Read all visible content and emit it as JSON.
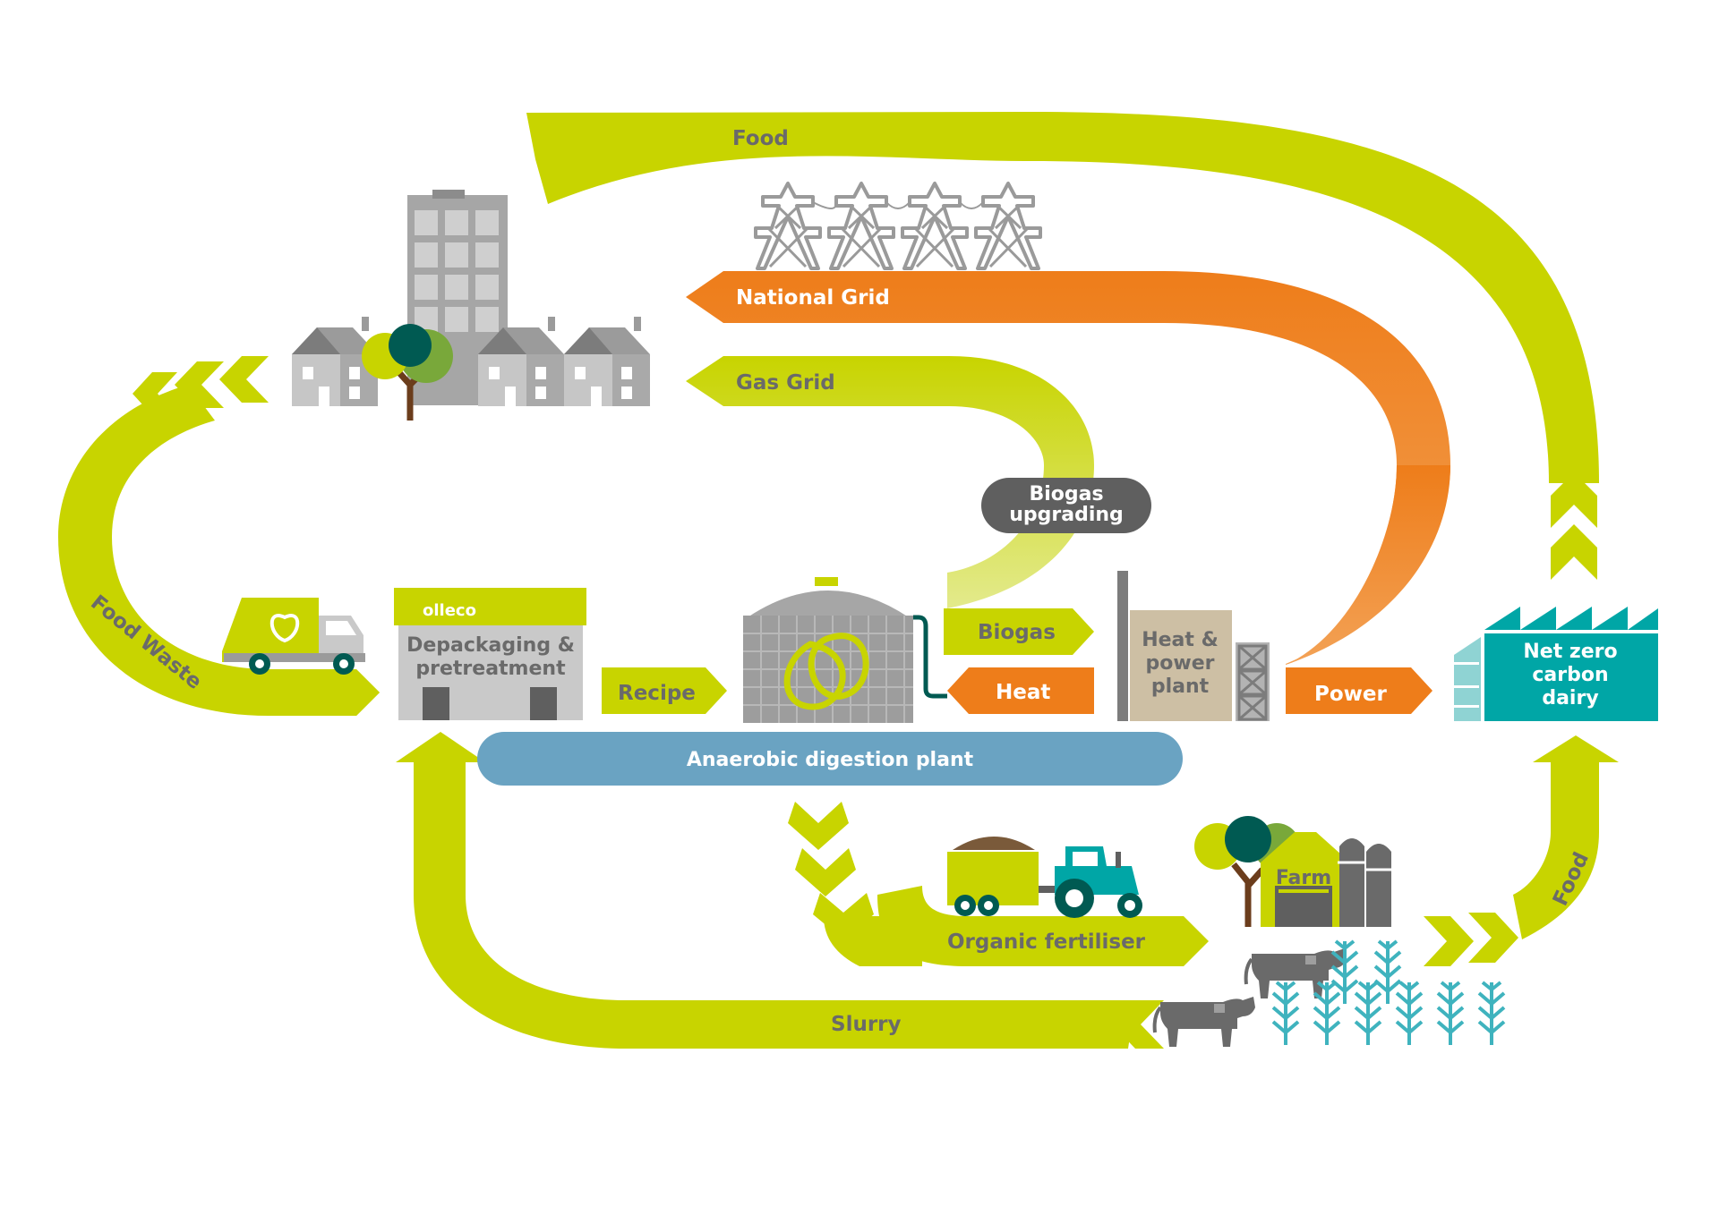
{
  "colors": {
    "lime": "#c8d400",
    "lime_dark": "#9fb000",
    "orange": "#ee7d1a",
    "orange_light": "#f2a458",
    "blue": "#6aa3c2",
    "teal": "#00a6a6",
    "teal_light": "#8fd3d3",
    "dark_grey": "#5f5f5f",
    "grey": "#a3a3a3",
    "light_grey": "#c9c9c9",
    "tan": "#cdbfa4",
    "tree_dark": "#005a52",
    "tree_green": "#79a83a",
    "brown": "#6b3d1c",
    "crop": "#3fb3be"
  },
  "flows": {
    "food_top": "Food",
    "national_grid": "National Grid",
    "gas_grid": "Gas Grid",
    "food_waste": "Food Waste",
    "recipe": "Recipe",
    "biogas": "Biogas",
    "heat": "Heat",
    "power": "Power",
    "organic_fertiliser": "Organic fertiliser",
    "slurry": "Slurry",
    "food_right": "Food"
  },
  "nodes": {
    "biogas_upgrading": [
      "Biogas",
      "upgrading"
    ],
    "depackaging": [
      "Depackaging &",
      "pretreatment"
    ],
    "brand": "olleco",
    "heat_power_plant": [
      "Heat &",
      "power",
      "plant"
    ],
    "net_zero_dairy": [
      "Net zero",
      "carbon",
      "dairy"
    ],
    "anaerobic_digestion_plant": "Anaerobic digestion plant",
    "farm": "Farm"
  },
  "icons": [
    "pylon-icon",
    "housing-icon",
    "tree-icon",
    "waste-truck-icon",
    "digester-tank-icon",
    "tractor-icon",
    "barn-icon",
    "silo-icon",
    "cow-icon",
    "crop-icon",
    "factory-icon"
  ]
}
